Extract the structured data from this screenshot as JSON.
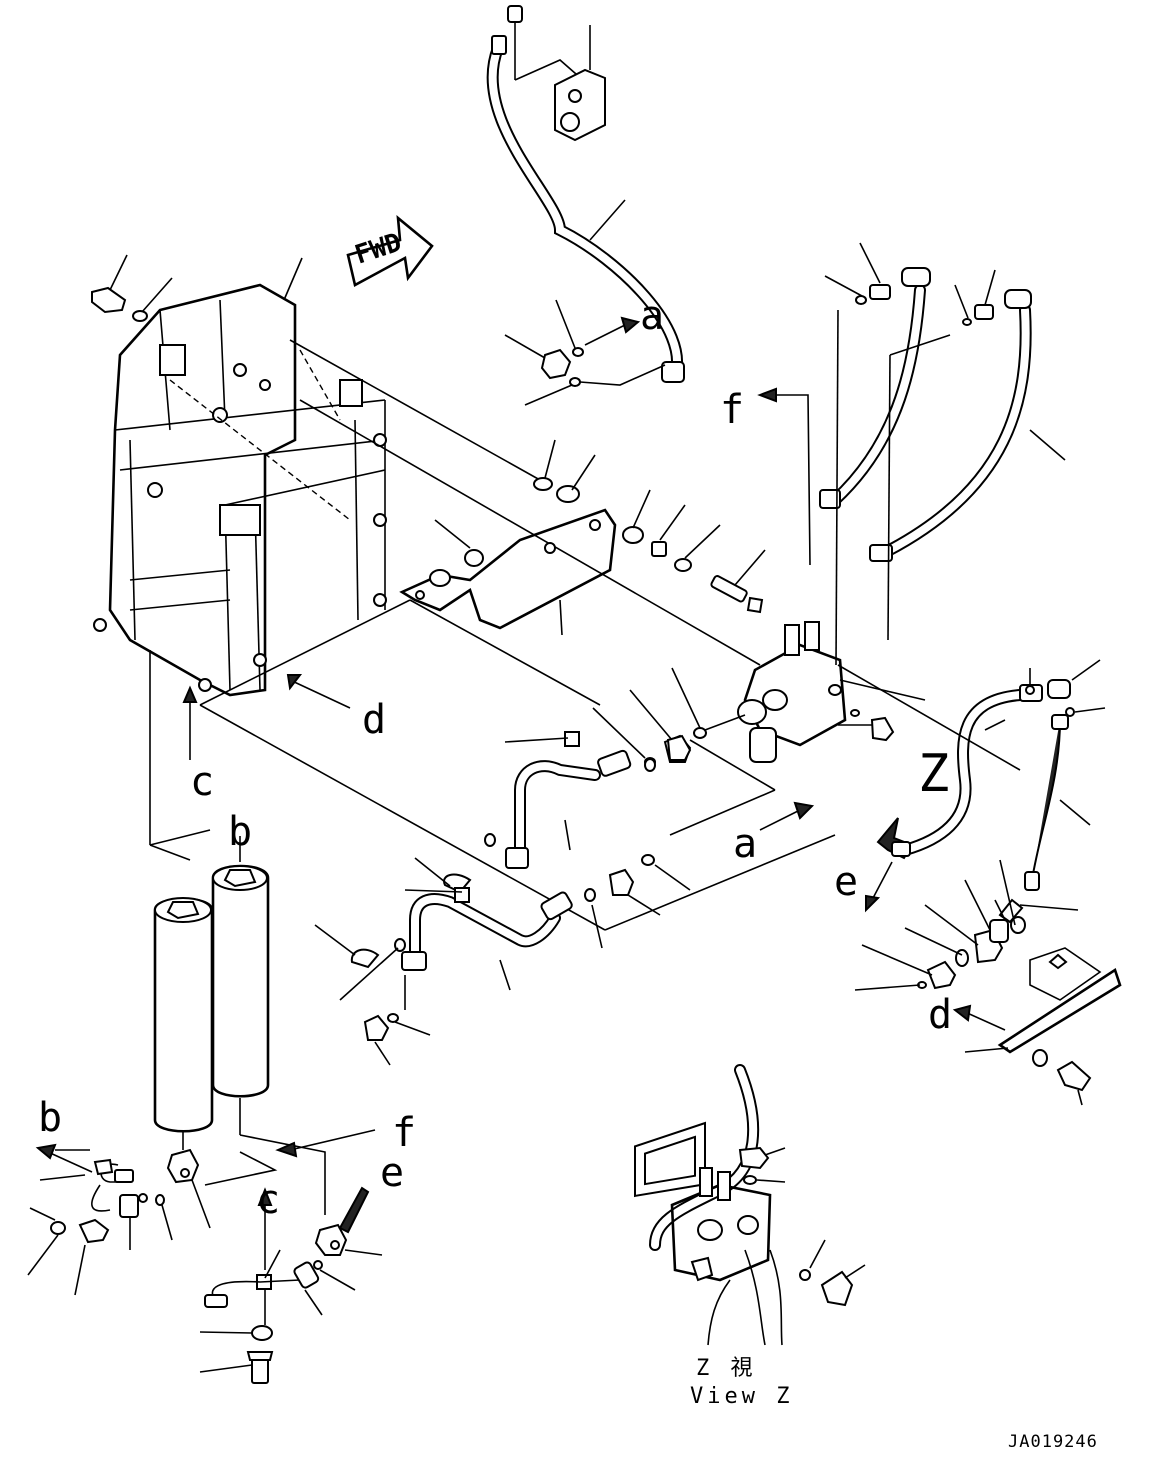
{
  "diagram": {
    "fwd_marker": "FWD",
    "callouts": {
      "a_upper": "a",
      "a_lower": "a",
      "b_center": "b",
      "b_left": "b",
      "c_center": "c",
      "c_lower": "c",
      "d_center": "d",
      "d_right": "d",
      "e_right": "e",
      "e_lower": "e",
      "f_upper": "f",
      "f_lower": "f",
      "z_view": "Z"
    },
    "view_caption_jp": "Z 視",
    "view_caption_en": "View Z",
    "drawing_code": "JA019246"
  }
}
